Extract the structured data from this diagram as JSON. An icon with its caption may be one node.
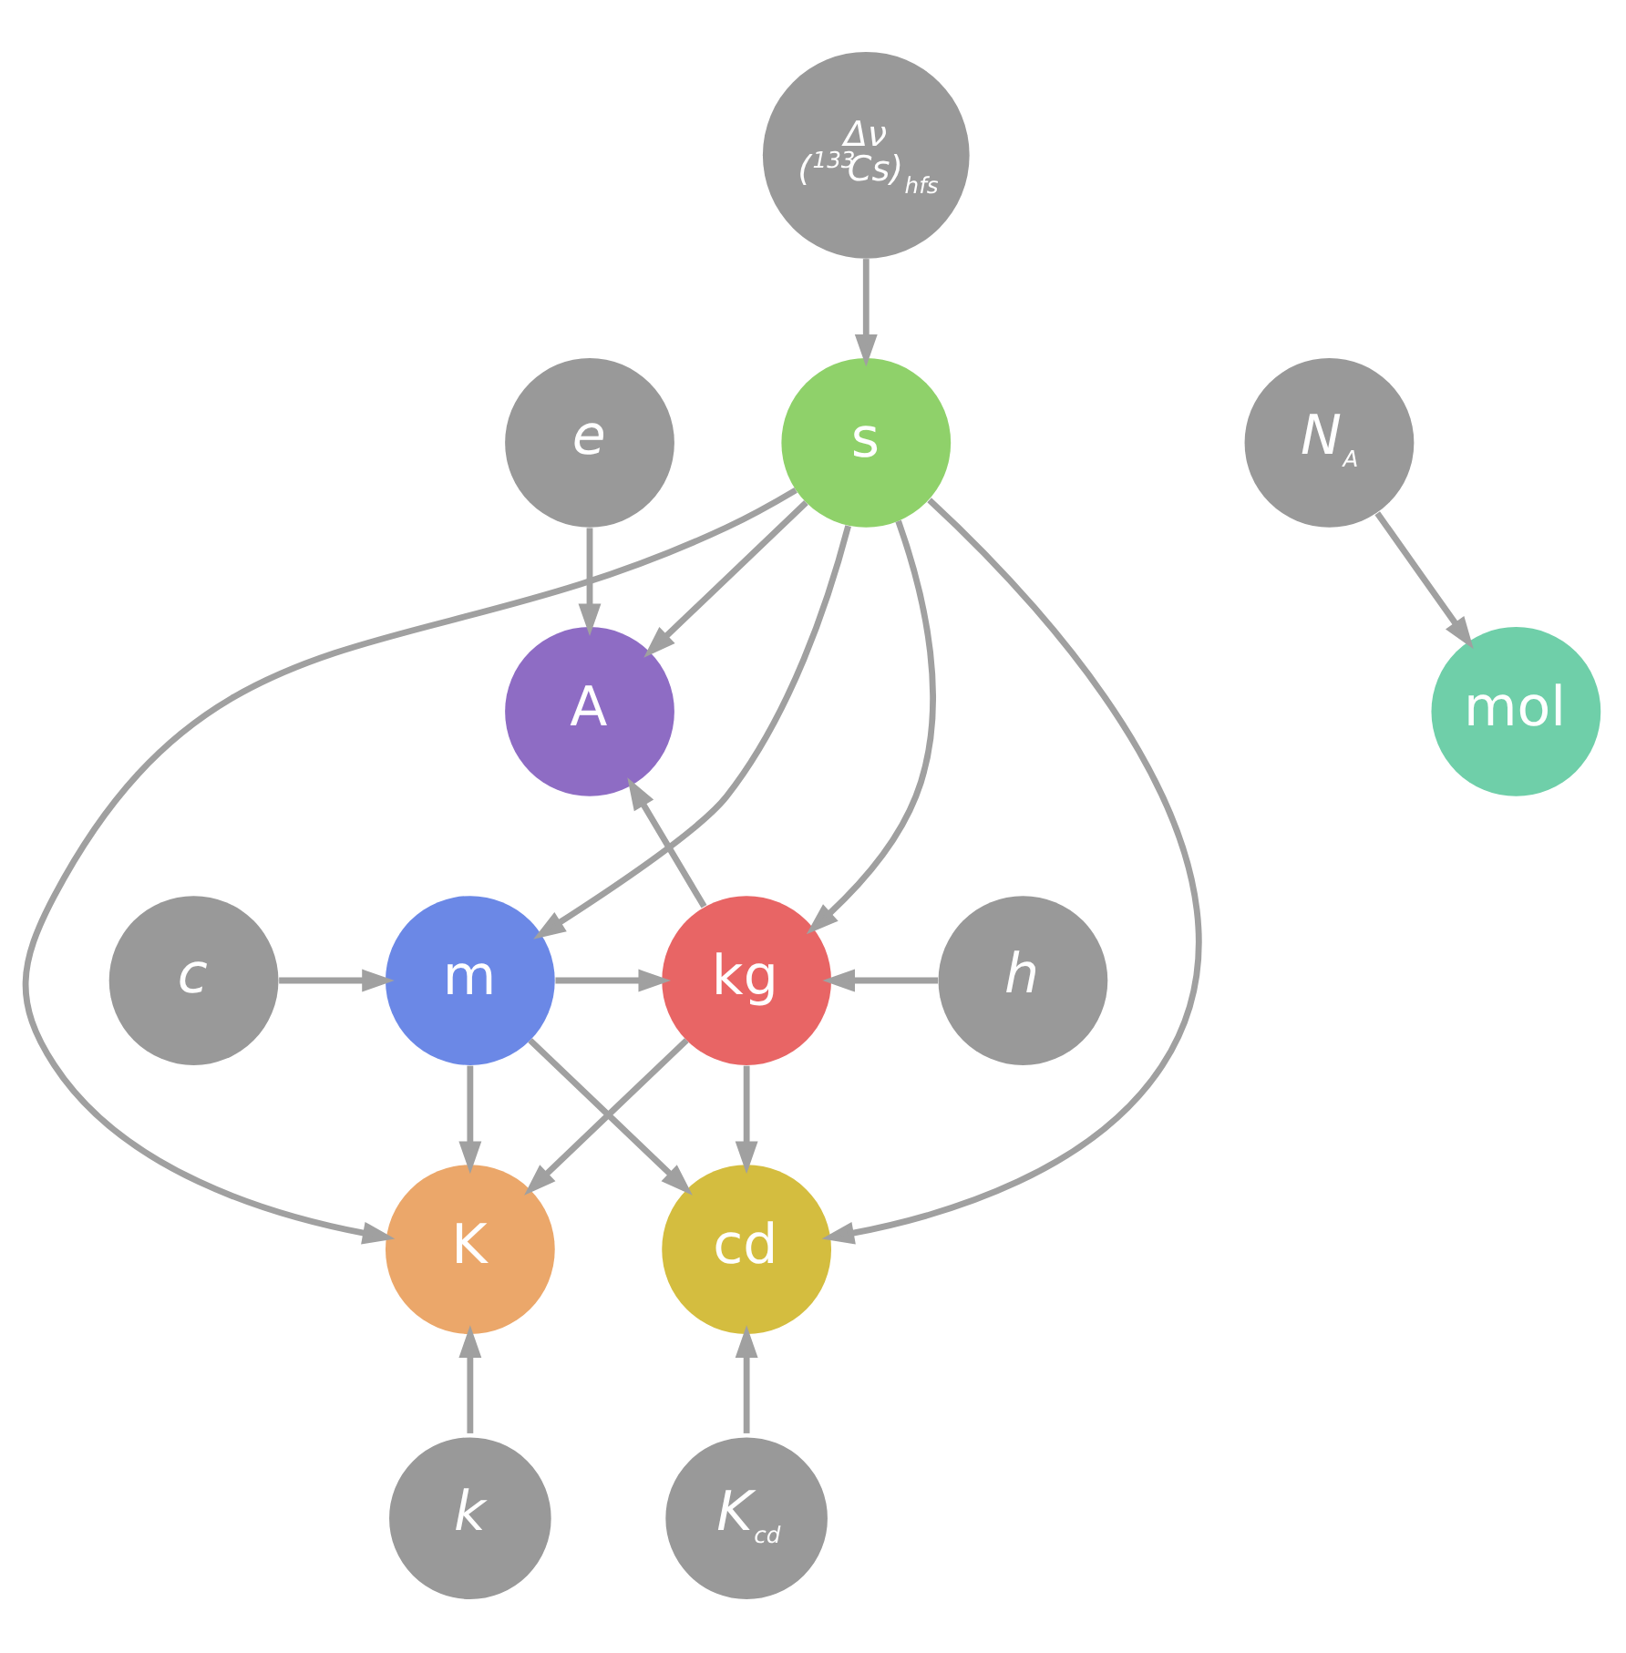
{
  "diagram": {
    "nodes": [
      {
        "text": [
          "Δν ($^{133}$Cs)$_{hfs}$"
        ]
      },
      {
        "text": [
          "s"
        ]
      },
      {
        "text": [
          "e"
        ]
      },
      {
        "text": [
          "N$_{A}$"
        ]
      },
      {
        "text": [
          "A"
        ]
      },
      {
        "text": [
          "mol"
        ]
      },
      {
        "text": [
          "m"
        ]
      },
      {
        "text": [
          "kg"
        ]
      },
      {
        "text": [
          "c"
        ]
      },
      {
        "text": [
          "h"
        ]
      },
      {
        "text": [
          "K"
        ]
      },
      {
        "text": [
          "cd"
        ]
      },
      {
        "text": [
          "k"
        ]
      },
      {
        "text": [
          "K$_{cd}$"
        ]
      }
    ],
    "edges": [
      {
        "from": 0,
        "to": 1,
        "arrow": "to"
      },
      {
        "from": 1,
        "to": 4,
        "arrow": "to"
      },
      {
        "from": 2,
        "to": 4,
        "arrow": "to"
      },
      {
        "from": 3,
        "to": 5,
        "arrow": "to"
      },
      {
        "from": 1,
        "to": 6,
        "arrow": "to"
      },
      {
        "from": 1,
        "to": 10,
        "arrow": "to"
      },
      {
        "from": 1,
        "to": 11,
        "arrow": "to"
      },
      {
        "from": 1,
        "to": 7,
        "arrow": "to"
      },
      {
        "from": 7,
        "to": 4,
        "arrow": "to"
      },
      {
        "from": 6,
        "to": 7,
        "arrow": "to"
      },
      {
        "from": 8,
        "to": 6,
        "arrow": "to"
      },
      {
        "from": 9,
        "to": 7,
        "arrow": "to"
      },
      {
        "from": 6,
        "to": 10,
        "arrow": "to"
      },
      {
        "from": 6,
        "to": 11,
        "arrow": "to"
      },
      {
        "from": 7,
        "to": 10,
        "arrow": "to"
      },
      {
        "from": 7,
        "to": 11,
        "arrow": "to"
      },
      {
        "from": 12,
        "to": 10,
        "arrow": "to"
      },
      {
        "from": 13,
        "to": 11,
        "arrow": "to"
      }
    ]
  }
}
